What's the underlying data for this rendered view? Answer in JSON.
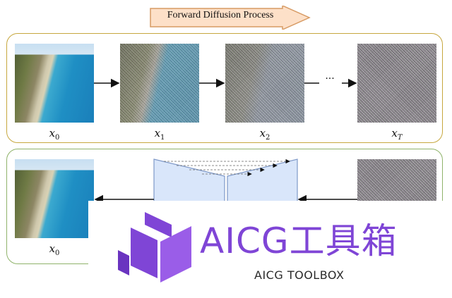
{
  "diagram": {
    "title": "Forward Diffusion Process",
    "forward": {
      "labels": [
        {
          "base": "x",
          "sub": "0"
        },
        {
          "base": "x",
          "sub": "1"
        },
        {
          "base": "x",
          "sub": "2"
        },
        {
          "base": "x",
          "sub": "T"
        }
      ],
      "ellipsis": "···"
    },
    "reverse": {
      "labels": [
        {
          "base": "x",
          "sub": "0"
        }
      ]
    }
  },
  "watermark": {
    "title": "AICG工具箱",
    "subtitle": "AICG TOOLBOX"
  },
  "colors": {
    "forward_border": "#c6a73e",
    "reverse_border": "#8fb36a",
    "arrow_fill": "#fde0c8",
    "arrow_stroke": "#d79a63",
    "unet_fill": "#d9e6fa",
    "unet_stroke": "#7f99c8",
    "brand": "#7f45d6"
  },
  "icons": {
    "logo": "aicg-logo-icon"
  }
}
